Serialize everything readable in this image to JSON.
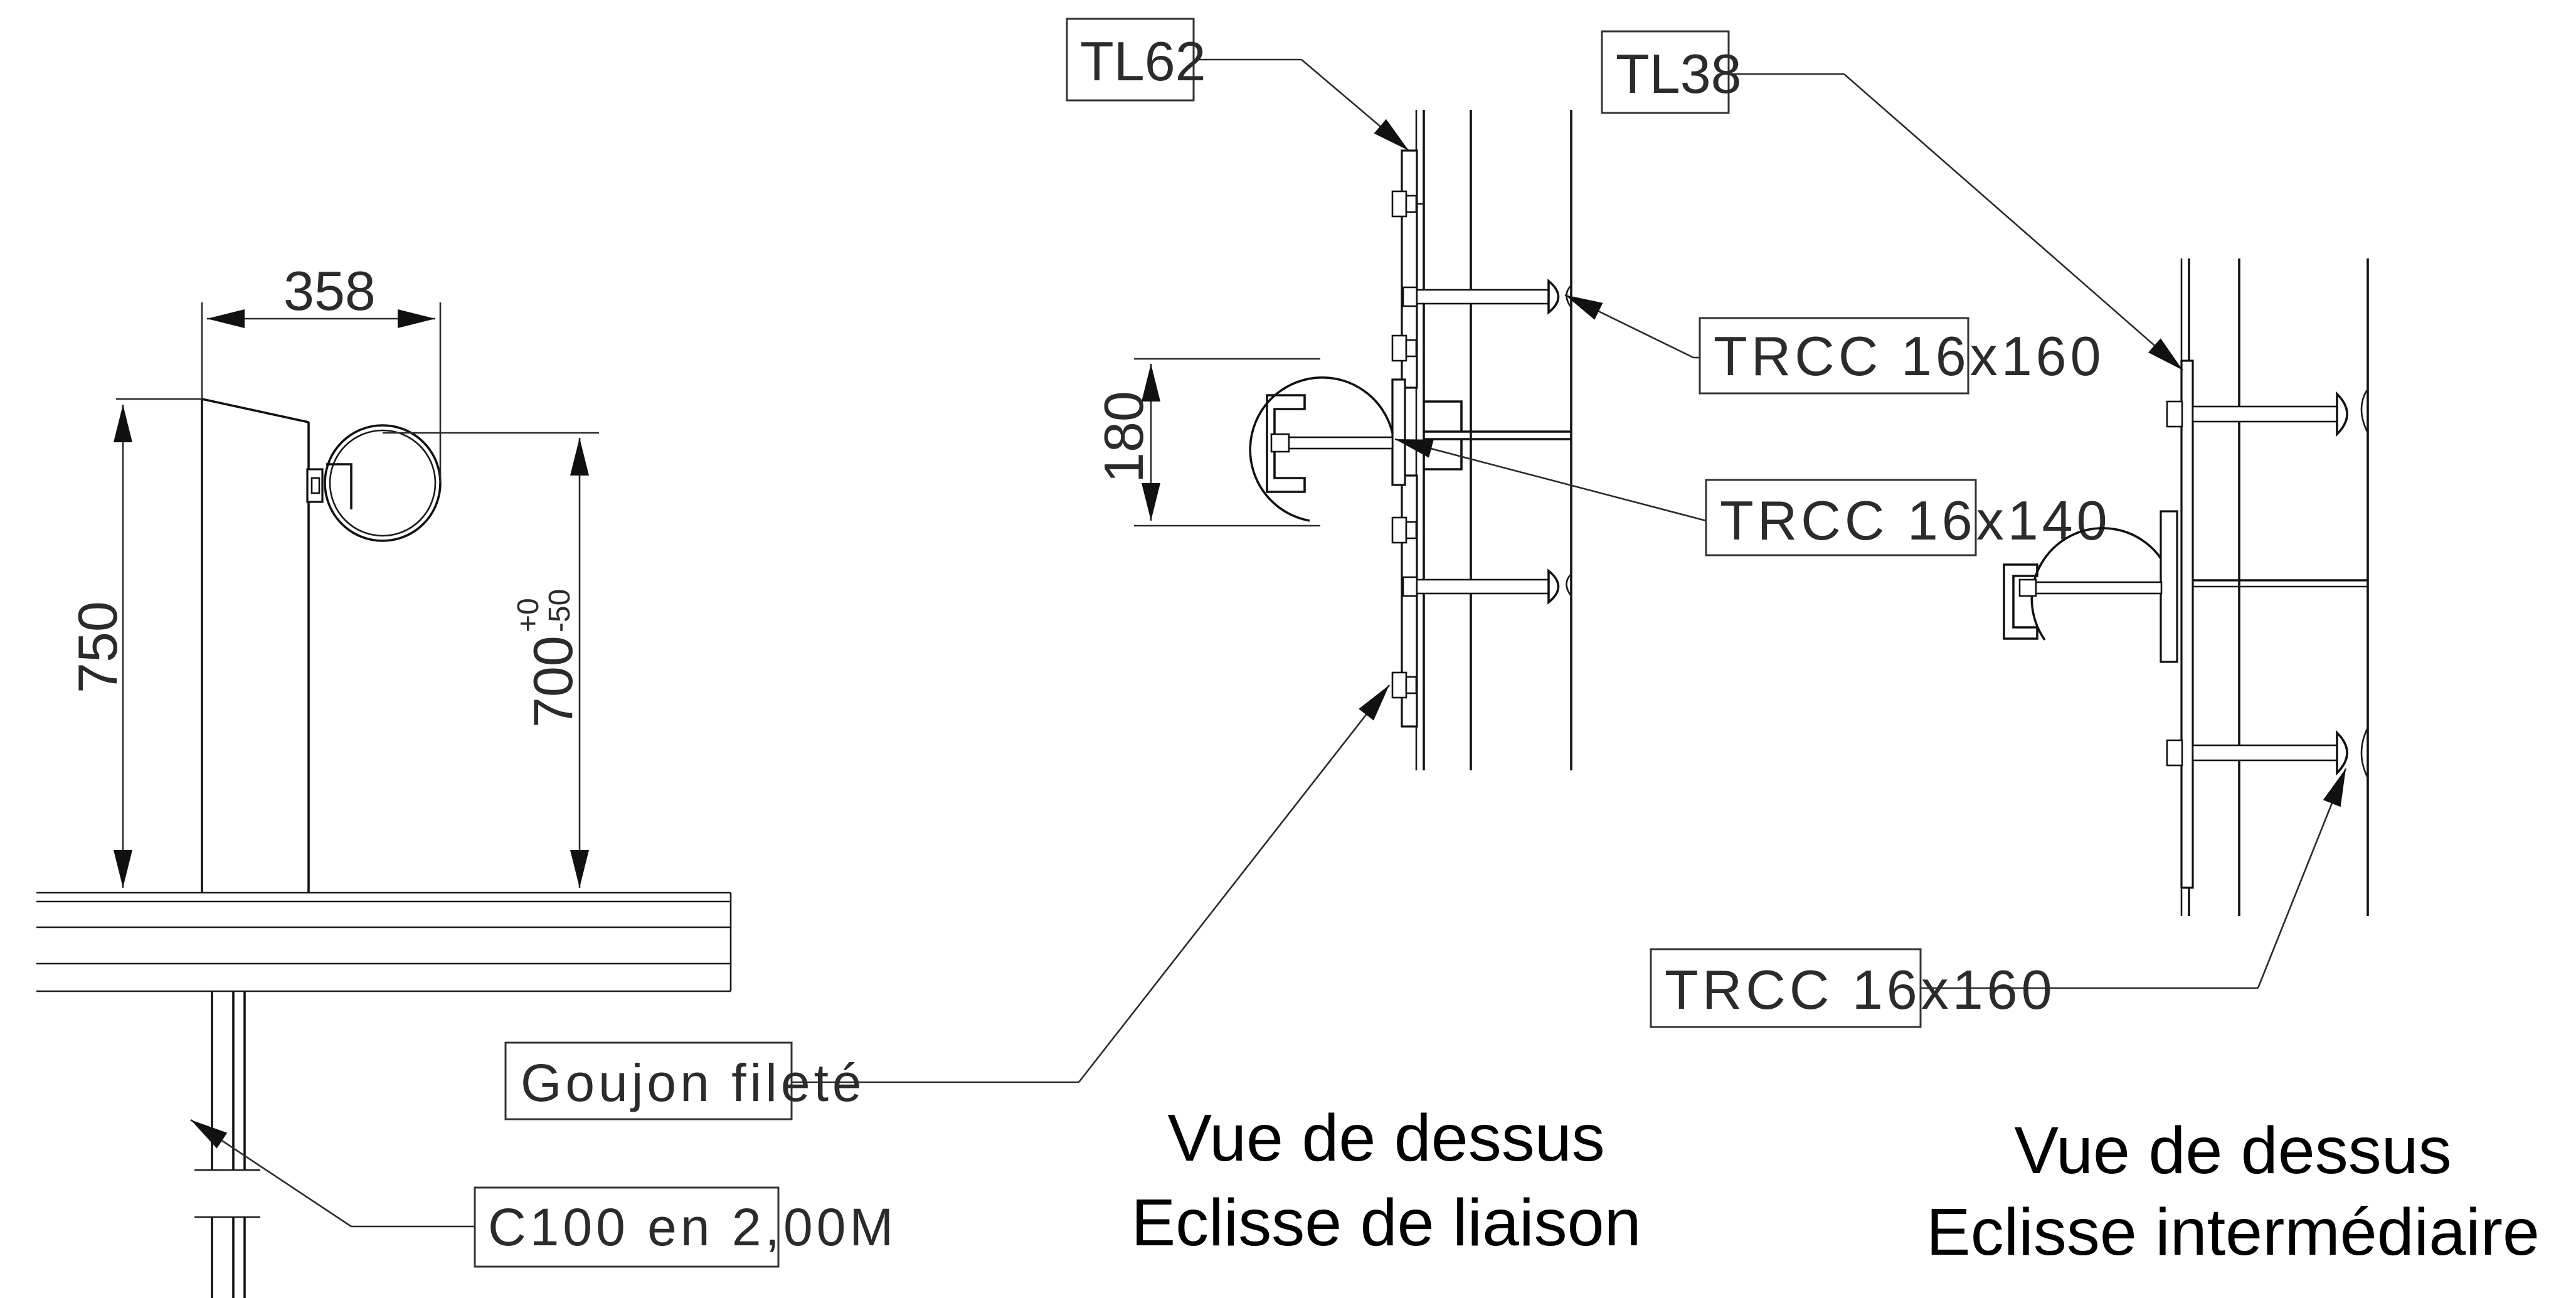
{
  "dimensions": {
    "width_358": "358",
    "height_750": "750",
    "height_700": "700",
    "tol_upper": "+0",
    "tol_lower": "-50",
    "dia_180": "180"
  },
  "callouts": {
    "tl62": "TL62",
    "tl38": "TL38",
    "trcc_160_top": "TRCC 16x160",
    "trcc_140": "TRCC 16x140",
    "trcc_160_bottom": "TRCC 16x160",
    "goujon": "Goujon fileté",
    "c100": "C100 en 2,00M"
  },
  "captions": {
    "liaison_line1": "Vue de dessus",
    "liaison_line2": "Eclisse de liaison",
    "intermediaire_line1": "Vue de dessus",
    "intermediaire_line2": "Eclisse intermédiaire"
  }
}
